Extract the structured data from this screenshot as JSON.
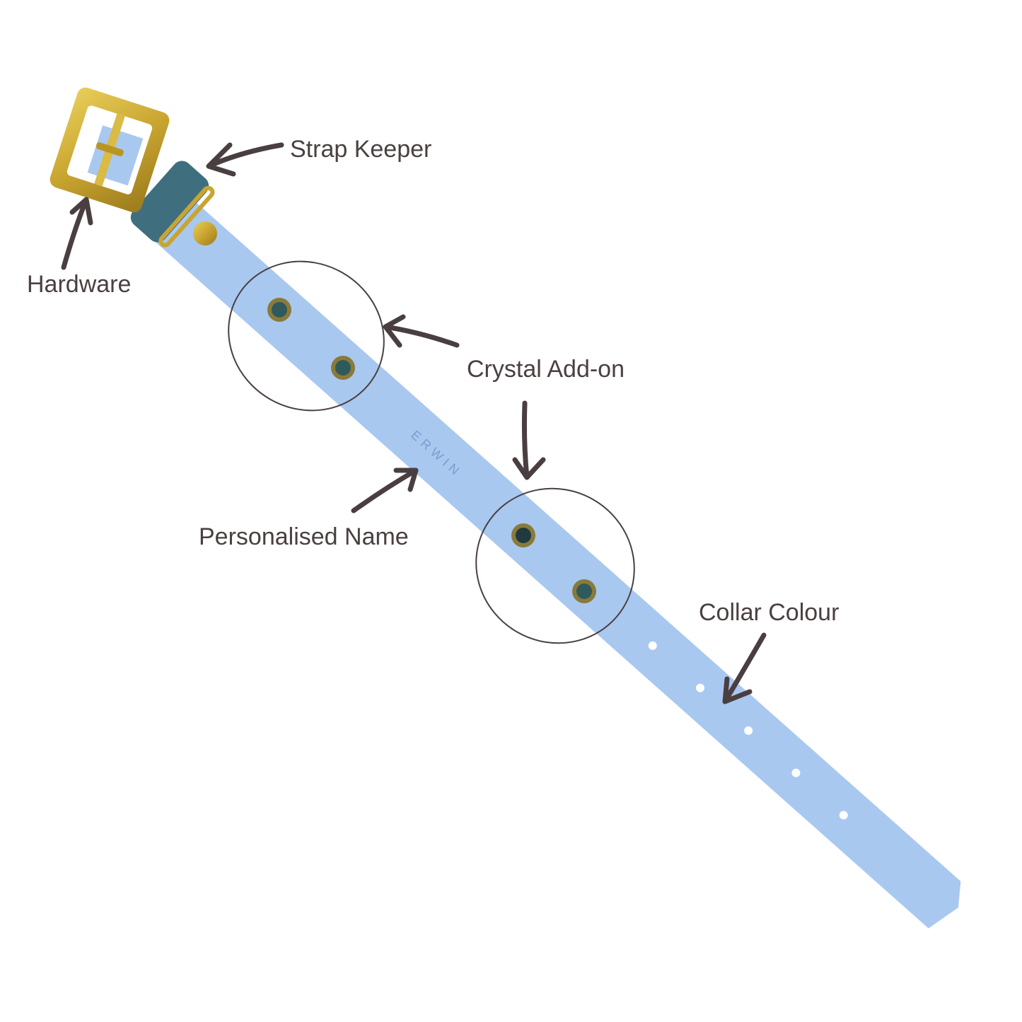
{
  "labels": {
    "strap_keeper": "Strap Keeper",
    "hardware": "Hardware",
    "crystal_addon": "Crystal Add-on",
    "personalised_name": "Personalised Name",
    "collar_colour": "Collar Colour"
  },
  "engraving": "ERWIN",
  "colors": {
    "collar": "#a9c8f0",
    "keeper": "#3f6f7f",
    "brass": "#c9a83a",
    "crystal": "#2f5a5c",
    "annotation": "#4a4040"
  }
}
